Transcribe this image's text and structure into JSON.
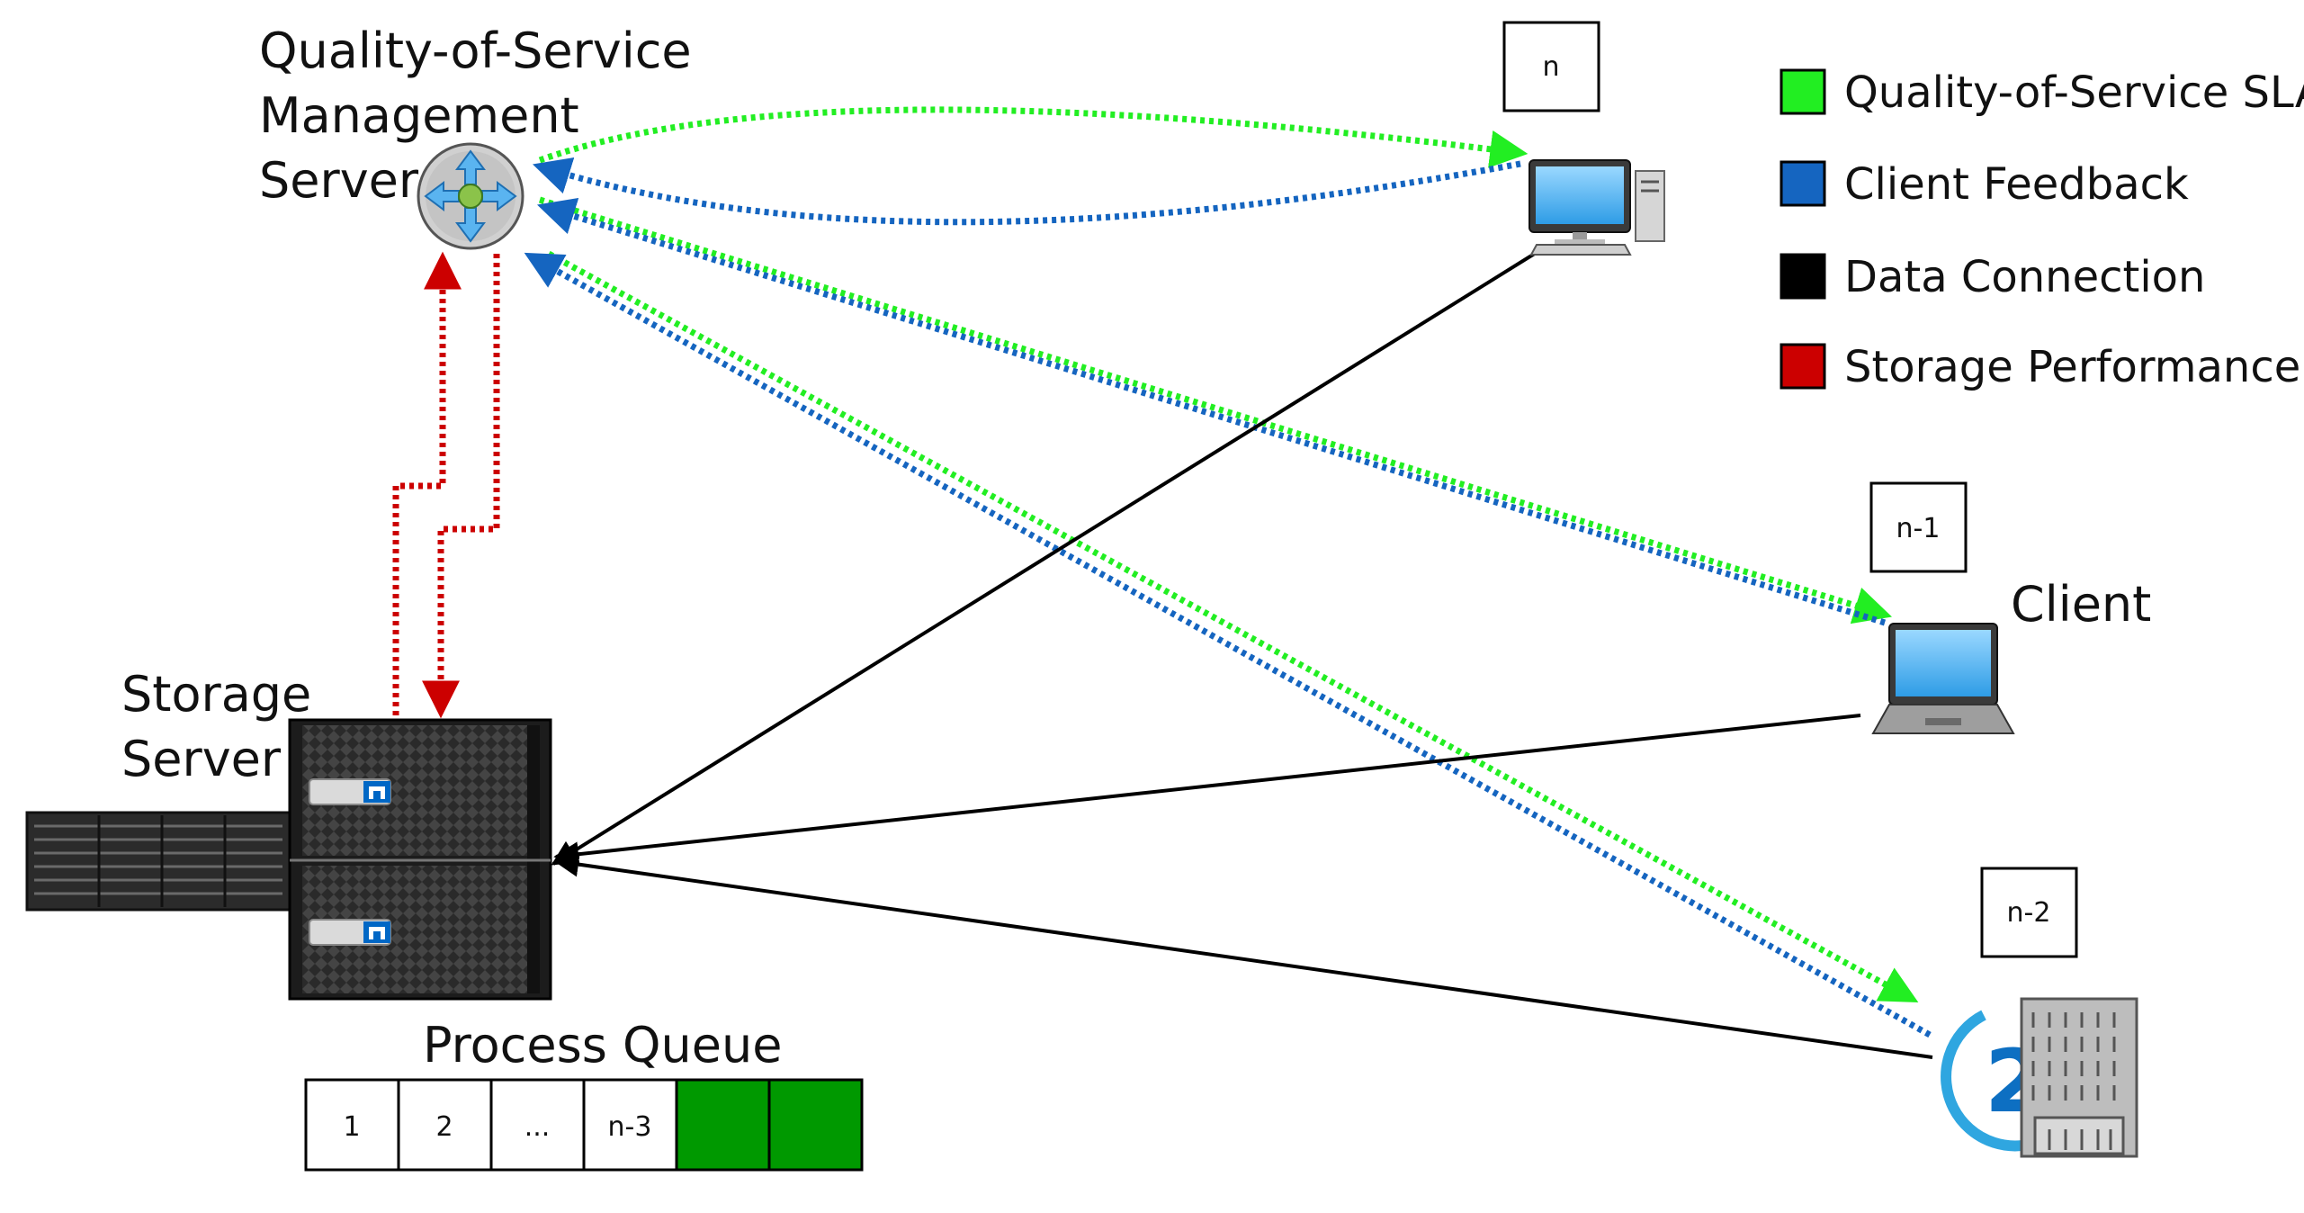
{
  "labels": {
    "qos_server": [
      "Quality-of-Service",
      "Management",
      "Server"
    ],
    "storage_server": [
      "Storage",
      "Server"
    ],
    "client": "Client",
    "process_queue": "Process Queue"
  },
  "client_tags": {
    "n": "n",
    "n1": "n-1",
    "n2": "n-2"
  },
  "queue_cells": [
    "1",
    "2",
    "...",
    "n-3",
    "",
    ""
  ],
  "legend": [
    {
      "label": "Quality-of-Service SLA",
      "color": "#22EE22"
    },
    {
      "label": "Client Feedback",
      "color": "#1565C0"
    },
    {
      "label": "Data Connection",
      "color": "#000000"
    },
    {
      "label": "Storage Performance",
      "color": "#CC0000"
    }
  ],
  "colors": {
    "sla": "#22EE22",
    "feedback": "#1565C0",
    "data": "#000000",
    "storage_perf": "#CC0000",
    "queue_filled": "#009900"
  },
  "icons": [
    "router-icon",
    "desktop-computer-icon",
    "laptop-icon",
    "office-building-icon",
    "storage-server-icon",
    "netapp-logo-icon"
  ]
}
